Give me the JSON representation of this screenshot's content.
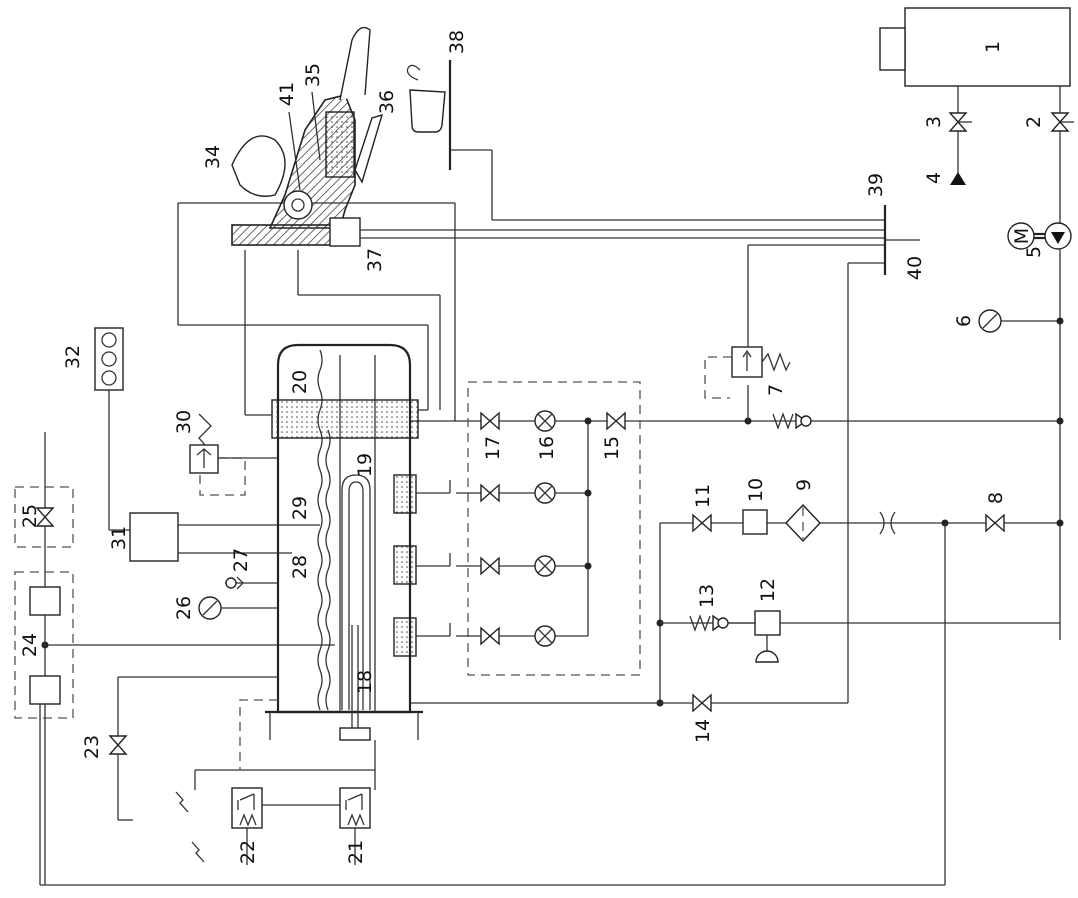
{
  "labels": {
    "n1": "1",
    "n2": "2",
    "n3": "3",
    "n4": "4",
    "n5": "5",
    "n6": "6",
    "n7": "7",
    "n8": "8",
    "n9": "9",
    "n10": "10",
    "n11": "11",
    "n12": "12",
    "n13": "13",
    "n14": "14",
    "n15": "15",
    "n16": "16",
    "n17": "17",
    "n18": "18",
    "n19": "19",
    "n20": "20",
    "n21": "21",
    "n22": "22",
    "n23": "23",
    "n24": "24",
    "n25": "25",
    "n26": "26",
    "n27": "27",
    "n28": "28",
    "n29": "29",
    "n30": "30",
    "n31": "31",
    "n32": "32",
    "n34": "34",
    "n35": "35",
    "n36": "36",
    "n37": "37",
    "n38": "38",
    "n39": "39",
    "n40": "40",
    "n41": "41"
  },
  "motor_letter": "M"
}
